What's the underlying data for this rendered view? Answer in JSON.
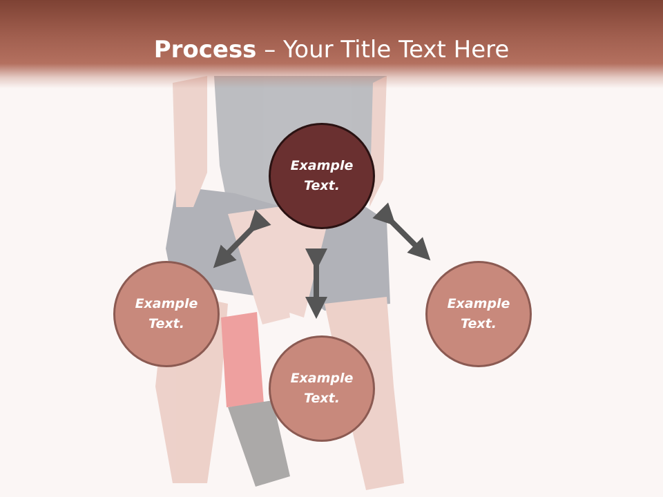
{
  "slide": {
    "title_strong": "Process",
    "title_rest": " – Your Title Text Here"
  },
  "nodes": {
    "center": {
      "line1": "Example",
      "line2": "Text."
    },
    "left": {
      "line1": "Example",
      "line2": "Text."
    },
    "right": {
      "line1": "Example",
      "line2": "Text."
    },
    "bottom": {
      "line1": "Example",
      "line2": "Text."
    }
  },
  "colors": {
    "header": "#a05e4e",
    "center_node": "#6a3030",
    "outer_node": "#c8897c",
    "arrow": "#555555"
  }
}
